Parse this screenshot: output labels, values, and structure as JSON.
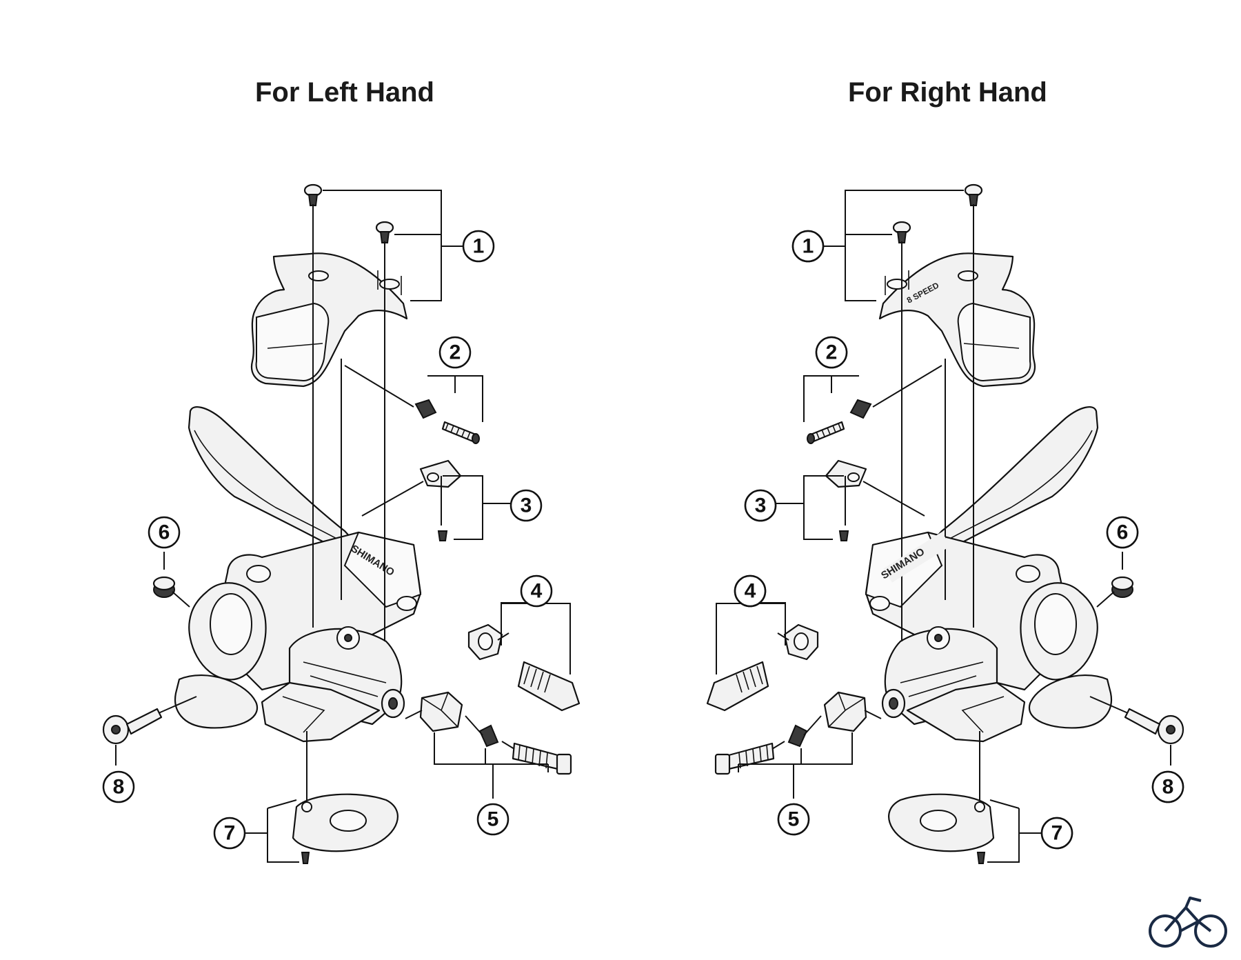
{
  "titles": {
    "left": "For Left Hand",
    "right": "For Right Hand"
  },
  "callouts": [
    "1",
    "2",
    "3",
    "4",
    "5",
    "6",
    "7",
    "8"
  ],
  "brand_text": "SHIMANO",
  "speed_text": "8 SPEED",
  "icons": {
    "corner": "bicycle-icon"
  },
  "colors": {
    "line": "#111111",
    "fill": "#f2f2f2",
    "logo": "#1a2a44"
  }
}
